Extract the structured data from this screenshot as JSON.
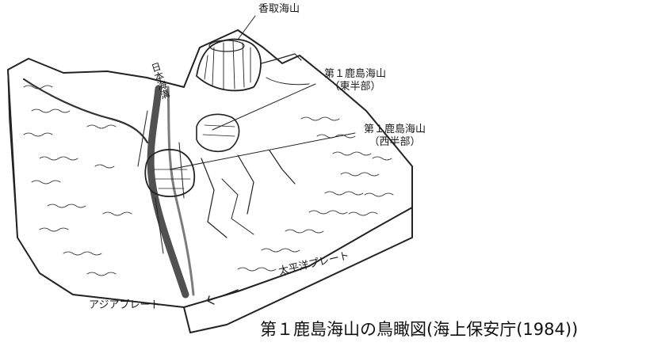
{
  "labels": {
    "katori": "香取海山",
    "japan_trench": "日本海溝",
    "kashima_east_line1": "第１鹿島海山",
    "kashima_east_line2": "（東半部）",
    "kashima_west_line1": "第１鹿島海山",
    "kashima_west_line2": "（西半部）",
    "pacific_plate": "太平洋プレート",
    "asia_plate": "アジアプレート"
  },
  "caption": "第１鹿島海山の鳥瞰図(海上保安庁(1984))"
}
